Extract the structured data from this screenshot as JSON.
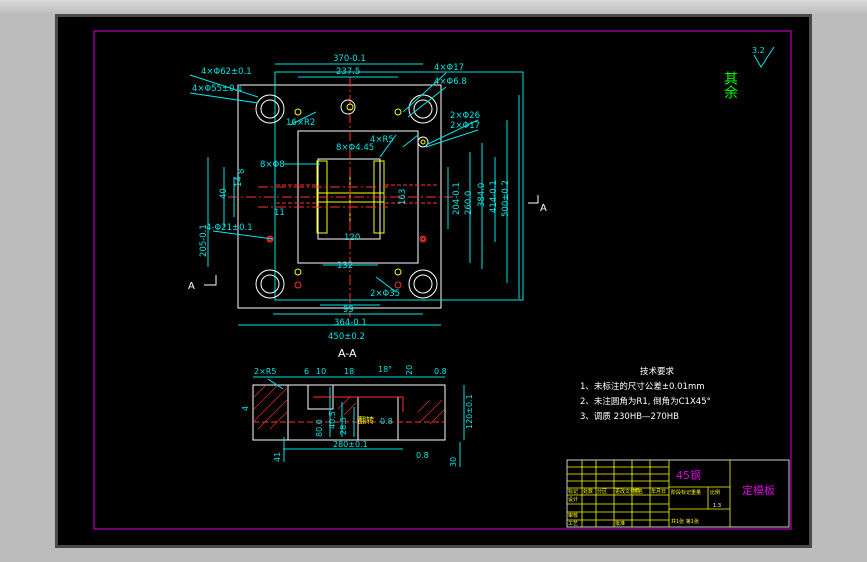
{
  "dimensions": {
    "top_370": "370-0.1",
    "top_237": "237.5",
    "holes_62": "4×Φ62±0.1",
    "holes_55": "4×Φ55±0.1",
    "holes_17": "4×Φ17",
    "holes_6_8": "4×Φ6.8",
    "radius_16": "16×R2",
    "bore_26": "2×Φ26",
    "bore_17": "2×Φ17",
    "radius_4": "4×R5",
    "holes_8": "8×Φ8",
    "holes_4_45": "8×Φ4.45",
    "dim_8": "8",
    "dim_40": "40",
    "dim_14": "14",
    "dim_11": "11",
    "holes_21": "4-Φ21±0.1",
    "dim_205": "205-0.1",
    "dim_163": "163",
    "dim_204": "204-0.1",
    "dim_260": "260.0",
    "dim_384": "384.0",
    "dim_414": "414-0.1",
    "dim_500": "500±0.2",
    "dim_132": "132",
    "dim_120": "120",
    "dim_99": "99",
    "dim_364": "364-0.1",
    "dim_450": "450±0.2",
    "holes_35": "2×Φ35"
  },
  "section": {
    "title": "A-A",
    "marker": "A",
    "radius": "2×R5",
    "dim_6": "6",
    "dim_10": "10",
    "dim_18": "18",
    "angle": "18°",
    "dim_20": "20",
    "rough_0_8": "0.8",
    "dim_80": "80.0",
    "dim_40_5": "40.5",
    "dim_28_5": "28.5",
    "dim_280": "280±0.1",
    "dim_120": "120±0.1",
    "dim_41": "41",
    "dim_30": "30",
    "dim_4": "4",
    "label_text": "翻转"
  },
  "roughness": {
    "label": "其余",
    "value": "3.2"
  },
  "tech": {
    "title": "技术要求",
    "lines": [
      "1、未标注的尺寸公差±0.01mm",
      "2、未注圆角为R1, 倒角为C1X45°",
      "3、调质  230HB—270HB"
    ]
  },
  "title_block": {
    "material": "45钢",
    "part_name": "定模板",
    "scale": "1:3",
    "row_labels": [
      "标记",
      "处数",
      "分区",
      "更改文件号",
      "签名",
      "年月日"
    ],
    "design_label": "设计",
    "review_label": "审核",
    "process_label": "工艺",
    "approve_label": "批准",
    "stage_label": "阶段标记",
    "weight_label": "重量",
    "ratio_label": "比例",
    "sheets_label": "共1张 第1张"
  },
  "colors": {
    "background": "#000000",
    "frame": "#d800d8",
    "outline": "#ffffff",
    "dimension": "#00e5e5",
    "hidden": "#ffff00",
    "centerline": "#ff3030",
    "accent": "#00ff00"
  }
}
